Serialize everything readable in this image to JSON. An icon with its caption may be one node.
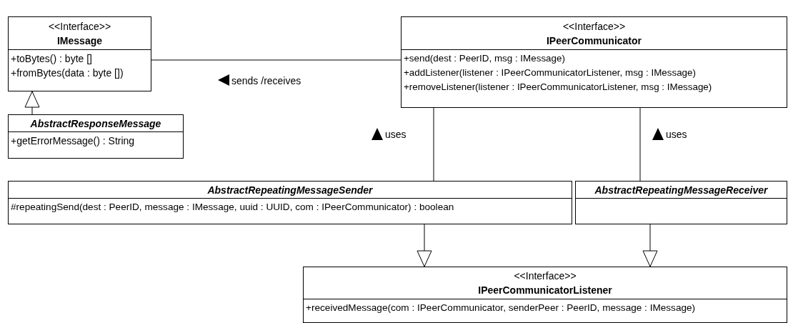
{
  "diagram": {
    "nodes": [
      {
        "text": [
          "<<Interface>>",
          "IMessage",
          "+toBytes() : byte []",
          "+fromBytes(data : byte [])"
        ]
      },
      {
        "text": [
          "AbstractResponseMessage",
          "+getErrorMessage() : String"
        ]
      },
      {
        "text": [
          "<<Interface>>",
          "IPeerCommunicator",
          "+send(dest : PeerID, msg : IMessage)",
          "+addListener(listener : IPeerCommunicatorListener, msg : IMessage)",
          "+removeListener(listener : IPeerCommunicatorListener, msg : IMessage)"
        ]
      },
      {
        "text": [
          "AbstractRepeatingMessageSender",
          "#repeatingSend(dest : PeerID, message : IMessage, uuid : UUID, com : IPeerCommunicator) : boolean"
        ]
      },
      {
        "text": [
          "AbstractRepeatingMessageReceiver"
        ]
      },
      {
        "text": [
          "<<Interface>>",
          "IPeerCommunicatorListener",
          "+receivedMessage(com : IPeerCommunicator, senderPeer : PeerID, message : IMessage)"
        ]
      }
    ],
    "edges": [
      {
        "from": 1,
        "to": 0,
        "arrow": "to"
      },
      {
        "from": 0,
        "to": 2,
        "arrow": "none",
        "label": "sends /receives"
      },
      {
        "from": 3,
        "to": 2,
        "arrow": "none",
        "label": "uses"
      },
      {
        "from": 4,
        "to": 2,
        "arrow": "none",
        "label": "uses"
      },
      {
        "from": 3,
        "to": 5,
        "arrow": "to"
      },
      {
        "from": 4,
        "to": 5,
        "arrow": "to"
      }
    ]
  }
}
